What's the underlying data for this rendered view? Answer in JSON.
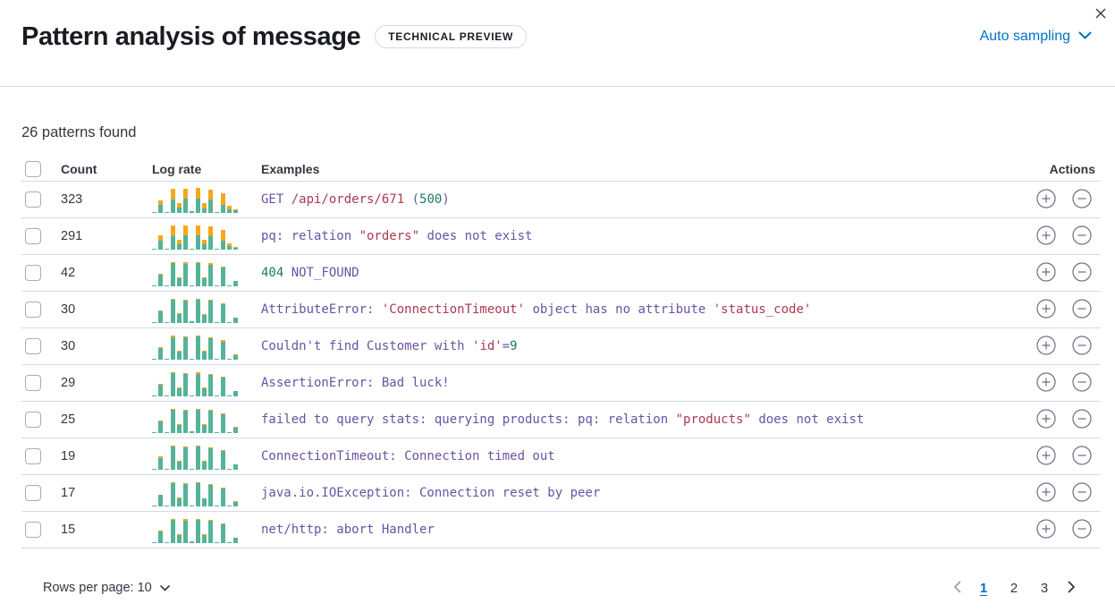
{
  "colors": {
    "accent_blue": "#0071C2",
    "spark_green": "#54B399",
    "spark_orange": "#F7A71C",
    "code_purple": "#6A52A3",
    "code_red": "#A83A50",
    "code_green": "#1E785F",
    "border": "#D3DAE6",
    "text_dark": "#1A1C21",
    "text": "#343741",
    "icon_gray": "#69707D"
  },
  "header": {
    "title": "Pattern analysis of message",
    "badge": "TECHNICAL PREVIEW",
    "sampling": "Auto sampling"
  },
  "summary": "26 patterns found",
  "table": {
    "headers": {
      "count": "Count",
      "log_rate": "Log rate",
      "examples": "Examples",
      "actions": "Actions"
    },
    "rows": [
      {
        "count": "323",
        "tokens": [
          [
            "GET ",
            "kw"
          ],
          [
            "/api/orders/671",
            "str"
          ],
          [
            " (",
            "kw"
          ],
          [
            "500",
            "num"
          ],
          [
            ")",
            "kw"
          ]
        ],
        "bars": [
          [
            4,
            0
          ],
          [
            33,
            19
          ],
          [
            3,
            0
          ],
          [
            52,
            45
          ],
          [
            20,
            21
          ],
          [
            56,
            40
          ],
          [
            6,
            0
          ],
          [
            56,
            43
          ],
          [
            18,
            21
          ],
          [
            52,
            41
          ],
          [
            4,
            0
          ],
          [
            34,
            46
          ],
          [
            15,
            13
          ],
          [
            10,
            3
          ]
        ]
      },
      {
        "count": "291",
        "tokens": [
          [
            "pq: relation ",
            "kw"
          ],
          [
            "\"orders\"",
            "str"
          ],
          [
            " does not exist",
            "kw"
          ]
        ],
        "bars": [
          [
            3,
            0
          ],
          [
            35,
            21
          ],
          [
            4,
            0
          ],
          [
            55,
            43
          ],
          [
            22,
            19
          ],
          [
            57,
            39
          ],
          [
            5,
            0
          ],
          [
            57,
            41
          ],
          [
            20,
            19
          ],
          [
            54,
            39
          ],
          [
            4,
            0
          ],
          [
            36,
            42
          ],
          [
            14,
            11
          ],
          [
            9,
            2
          ]
        ]
      },
      {
        "count": "42",
        "tokens": [
          [
            "404",
            "num"
          ],
          [
            " NOT_FOUND",
            "kw"
          ]
        ],
        "bars": [
          [
            4,
            0
          ],
          [
            46,
            5
          ],
          [
            3,
            0
          ],
          [
            92,
            5
          ],
          [
            33,
            3
          ],
          [
            89,
            6
          ],
          [
            5,
            0
          ],
          [
            92,
            5
          ],
          [
            32,
            4
          ],
          [
            87,
            5
          ],
          [
            4,
            0
          ],
          [
            74,
            4
          ],
          [
            5,
            0
          ],
          [
            20,
            3
          ]
        ]
      },
      {
        "count": "30",
        "tokens": [
          [
            "AttributeError: ",
            "kw"
          ],
          [
            "'ConnectionTimeout'",
            "str"
          ],
          [
            " object has no attribute ",
            "kw"
          ],
          [
            "'status_code'",
            "str"
          ]
        ],
        "bars": [
          [
            4,
            0
          ],
          [
            48,
            3
          ],
          [
            4,
            0
          ],
          [
            94,
            4
          ],
          [
            35,
            3
          ],
          [
            90,
            4
          ],
          [
            6,
            0
          ],
          [
            93,
            5
          ],
          [
            34,
            3
          ],
          [
            88,
            4
          ],
          [
            4,
            0
          ],
          [
            76,
            4
          ],
          [
            5,
            0
          ],
          [
            21,
            2
          ]
        ]
      },
      {
        "count": "30",
        "tokens": [
          [
            "Couldn't find Customer with ",
            "kw"
          ],
          [
            "'id'",
            "str"
          ],
          [
            "=",
            "kw"
          ],
          [
            "9",
            "num"
          ]
        ],
        "bars": [
          [
            3,
            0
          ],
          [
            45,
            6
          ],
          [
            3,
            0
          ],
          [
            91,
            6
          ],
          [
            32,
            4
          ],
          [
            88,
            5
          ],
          [
            5,
            0
          ],
          [
            92,
            4
          ],
          [
            31,
            4
          ],
          [
            86,
            5
          ],
          [
            4,
            0
          ],
          [
            73,
            5
          ],
          [
            4,
            0
          ],
          [
            19,
            3
          ]
        ]
      },
      {
        "count": "29",
        "tokens": [
          [
            "AssertionError: Bad luck!",
            "kw"
          ]
        ],
        "bars": [
          [
            4,
            0
          ],
          [
            47,
            4
          ],
          [
            3,
            0
          ],
          [
            93,
            4
          ],
          [
            34,
            3
          ],
          [
            89,
            5
          ],
          [
            5,
            0
          ],
          [
            91,
            6
          ],
          [
            33,
            3
          ],
          [
            87,
            4
          ],
          [
            4,
            0
          ],
          [
            75,
            3
          ],
          [
            5,
            0
          ],
          [
            20,
            2
          ]
        ]
      },
      {
        "count": "25",
        "tokens": [
          [
            "failed to query stats: querying products: pq: relation ",
            "kw"
          ],
          [
            "\"products\"",
            "str"
          ],
          [
            " does not exist",
            "kw"
          ]
        ],
        "bars": [
          [
            3,
            0
          ],
          [
            46,
            4
          ],
          [
            4,
            0
          ],
          [
            92,
            5
          ],
          [
            33,
            4
          ],
          [
            90,
            4
          ],
          [
            6,
            0
          ],
          [
            93,
            4
          ],
          [
            32,
            3
          ],
          [
            88,
            5
          ],
          [
            4,
            0
          ],
          [
            74,
            4
          ],
          [
            5,
            0
          ],
          [
            21,
            3
          ]
        ]
      },
      {
        "count": "19",
        "tokens": [
          [
            "ConnectionTimeout: Connection timed out",
            "kw"
          ]
        ],
        "bars": [
          [
            4,
            0
          ],
          [
            47,
            5
          ],
          [
            3,
            0
          ],
          [
            93,
            5
          ],
          [
            34,
            3
          ],
          [
            88,
            6
          ],
          [
            5,
            0
          ],
          [
            92,
            5
          ],
          [
            33,
            4
          ],
          [
            87,
            4
          ],
          [
            4,
            0
          ],
          [
            75,
            4
          ],
          [
            4,
            0
          ],
          [
            20,
            2
          ]
        ]
      },
      {
        "count": "17",
        "tokens": [
          [
            "java.io.IOException: Connection reset by peer",
            "kw"
          ]
        ],
        "bars": [
          [
            3,
            0
          ],
          [
            45,
            3
          ],
          [
            4,
            0
          ],
          [
            92,
            4
          ],
          [
            32,
            3
          ],
          [
            89,
            5
          ],
          [
            5,
            0
          ],
          [
            93,
            5
          ],
          [
            31,
            3
          ],
          [
            86,
            5
          ],
          [
            4,
            0
          ],
          [
            73,
            4
          ],
          [
            5,
            0
          ],
          [
            19,
            3
          ]
        ]
      },
      {
        "count": "15",
        "tokens": [
          [
            "net/http: abort Handler",
            "kw"
          ]
        ],
        "bars": [
          [
            4,
            0
          ],
          [
            46,
            5
          ],
          [
            3,
            0
          ],
          [
            93,
            5
          ],
          [
            33,
            4
          ],
          [
            90,
            5
          ],
          [
            6,
            0
          ],
          [
            92,
            4
          ],
          [
            32,
            3
          ],
          [
            88,
            4
          ],
          [
            4,
            0
          ],
          [
            74,
            5
          ],
          [
            5,
            0
          ],
          [
            20,
            3
          ]
        ]
      }
    ]
  },
  "footer": {
    "rows_per_page": "Rows per page: 10",
    "pages": [
      "1",
      "2",
      "3"
    ],
    "active_page": "1"
  }
}
